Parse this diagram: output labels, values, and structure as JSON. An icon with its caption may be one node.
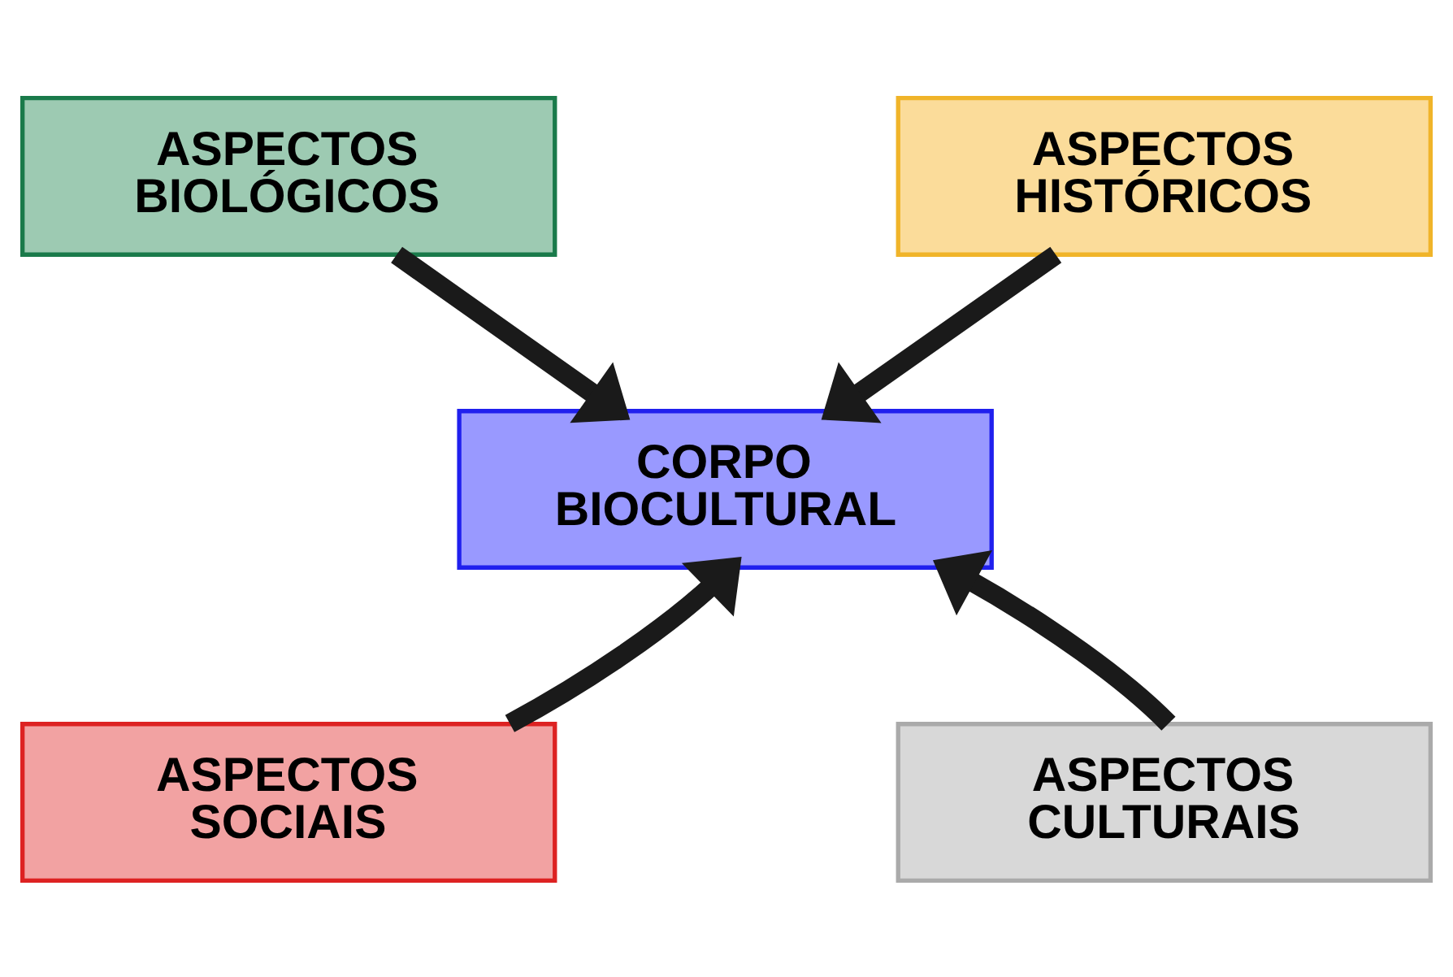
{
  "diagram": {
    "nodes": [
      {
        "text": [
          "ASPECTOS BIOLÓGICOS"
        ]
      },
      {
        "text": [
          "ASPECTOS HISTÓRICOS"
        ]
      },
      {
        "text": [
          "CORPO BIOCULTURAL"
        ]
      },
      {
        "text": [
          "ASPECTOS SOCIAIS"
        ]
      },
      {
        "text": [
          "ASPECTOS CULTURAIS"
        ]
      }
    ],
    "edges": [
      {
        "from": 0,
        "to": 2,
        "arrow": "to"
      },
      {
        "from": 1,
        "to": 2,
        "arrow": "to"
      },
      {
        "from": 3,
        "to": 2,
        "arrow": "to"
      },
      {
        "from": 4,
        "to": 2,
        "arrow": "to"
      }
    ]
  }
}
